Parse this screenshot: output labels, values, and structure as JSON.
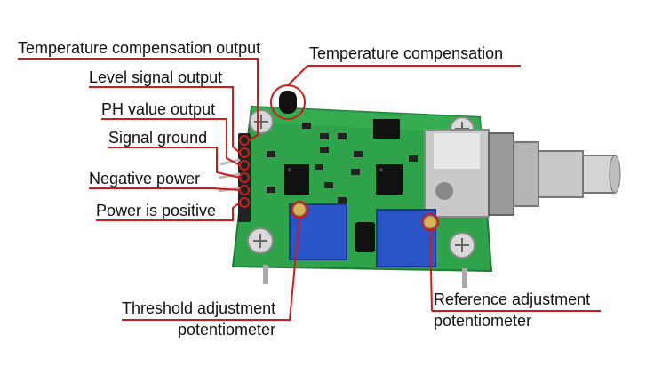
{
  "labels": {
    "temp_comp_output": "Temperature compensation output",
    "level_signal_output": "Level signal output",
    "ph_value_output": "PH value output",
    "signal_ground": "Signal ground",
    "negative_power": "Negative power",
    "power_positive": "Power is positive",
    "temp_compensation": "Temperature compensation",
    "threshold_adj_line1": "Threshold adjustment",
    "threshold_adj_line2": "potentiometer",
    "reference_adj_line1": "Reference adjustment",
    "reference_adj_line2": "potentiometer"
  },
  "colors": {
    "pcb": "#2fa34a",
    "pcb_dark": "#1f7a34",
    "leader_line": "#d11a1a",
    "potentiometer": "#2a55c8",
    "connector_metal": "#b9b9b9"
  }
}
